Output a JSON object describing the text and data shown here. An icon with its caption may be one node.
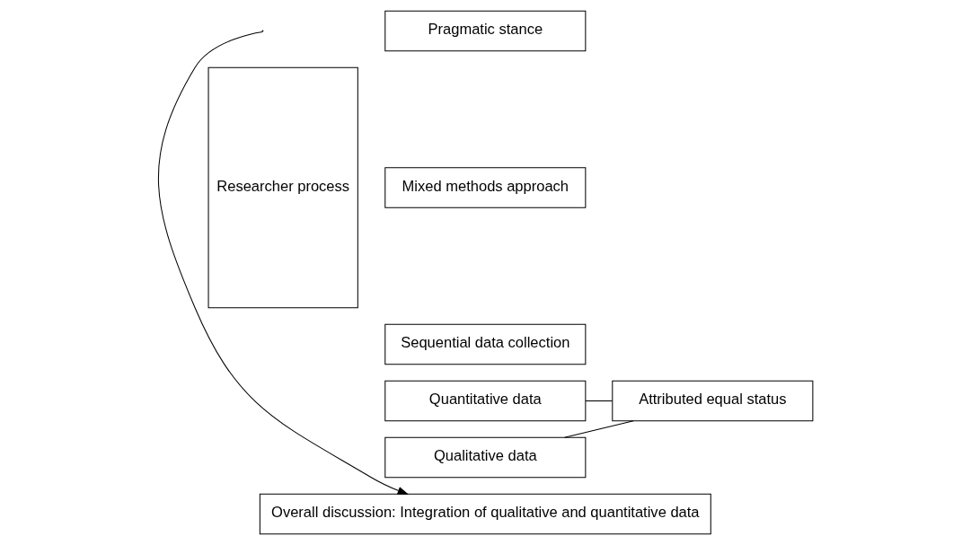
{
  "diagram": {
    "nodes": [
      {
        "text": [
          "Researcher process"
        ]
      },
      {
        "text": [
          "Pragmatic stance"
        ]
      },
      {
        "text": [
          "Mixed methods approach"
        ]
      },
      {
        "text": [
          "Sequential data collection"
        ]
      },
      {
        "text": [
          "Quantitative data"
        ]
      },
      {
        "text": [
          "Qualitative data"
        ]
      },
      {
        "text": [
          "Attributed equal status"
        ]
      },
      {
        "text": [
          "Overall discussion: Integration of qualitative and quantitative data"
        ]
      }
    ],
    "edges": [
      {
        "from": null,
        "to": 7,
        "arrow": "to"
      },
      {
        "from": 4,
        "to": 6,
        "arrow": "none"
      },
      {
        "from": 5,
        "to": 6,
        "arrow": "none"
      }
    ]
  }
}
